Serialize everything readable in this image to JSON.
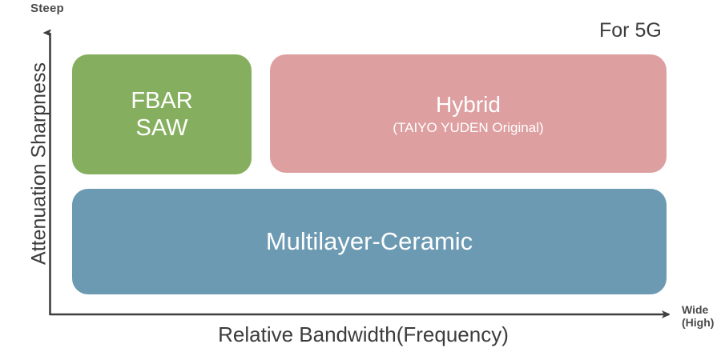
{
  "chart_data": {
    "type": "diagram",
    "title": "",
    "annotation": "For 5G",
    "xlabel": "Relative Bandwidth(Frequency)",
    "ylabel": "Attenuation Sharpness",
    "x_axis_end_label_line1": "Wide",
    "x_axis_end_label_line2": "(High)",
    "y_axis_end_label": "Steep",
    "axis_color": "#3f3f3f",
    "regions": [
      {
        "key": "fbar_saw",
        "label_line1": "FBAR",
        "label_line2": "SAW",
        "color": "#85af5f",
        "bandwidth": "narrow",
        "sharpness": "steep"
      },
      {
        "key": "hybrid",
        "label_line1": "Hybrid",
        "label_line2": "(TAIYO YUDEN Original)",
        "color": "#de9fa1",
        "bandwidth": "wide",
        "sharpness": "steep"
      },
      {
        "key": "multilayer_ceramic",
        "label_line1": "Multilayer-Ceramic",
        "label_line2": "",
        "color": "#6c9ab2",
        "bandwidth": "wide",
        "sharpness": "gentle"
      }
    ]
  },
  "axes": {
    "y_top_label": "Steep",
    "y_title": "Attenuation Sharpness",
    "x_title": "Relative Bandwidth(Frequency)",
    "x_end_label_1": "Wide",
    "x_end_label_2": "(High)"
  },
  "annotation": {
    "for_5g": "For 5G"
  },
  "boxes": {
    "fbar": {
      "line1": "FBAR",
      "line2": "SAW",
      "color": "#85af5f"
    },
    "hybrid": {
      "title": "Hybrid",
      "subtitle": "(TAIYO YUDEN Original)",
      "color": "#de9fa1"
    },
    "ceramic": {
      "title": "Multilayer-Ceramic",
      "color": "#6c9ab2"
    }
  }
}
